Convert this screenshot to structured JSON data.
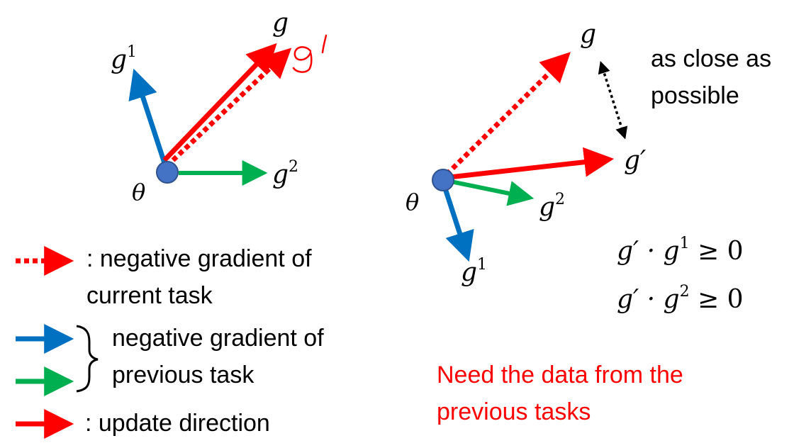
{
  "colors": {
    "red": "#ff0000",
    "blue": "#0070c0",
    "green": "#00b050",
    "node": "#4472c4",
    "node_stroke": "#2f528f",
    "text": "#000000"
  },
  "left_diagram": {
    "theta_label": "θ",
    "g_label": "g",
    "g1_label": "g",
    "g1_sup": "1",
    "g2_label": "g",
    "g2_sup": "2",
    "g_prime_handwritten": "g'"
  },
  "right_diagram": {
    "theta_label": "θ",
    "g_label": "g",
    "g_prime_label": "g′",
    "g1_label": "g",
    "g1_sup": "1",
    "g2_label": "g",
    "g2_sup": "2",
    "annotation_line1": "as close as",
    "annotation_line2": "possible",
    "constraint1": {
      "lhs": "g′ · g",
      "sup": "1",
      "rhs": " ≥ 0"
    },
    "constraint2": {
      "lhs": "g′ · g",
      "sup": "2",
      "rhs": " ≥ 0"
    },
    "note_line1": "Need the data from the",
    "note_line2": "previous tasks"
  },
  "legend": {
    "item1_line1": ": negative gradient of",
    "item1_line2": "current task",
    "item2_line1": "negative gradient of",
    "item2_line2": "previous task",
    "item3": ": update direction"
  }
}
